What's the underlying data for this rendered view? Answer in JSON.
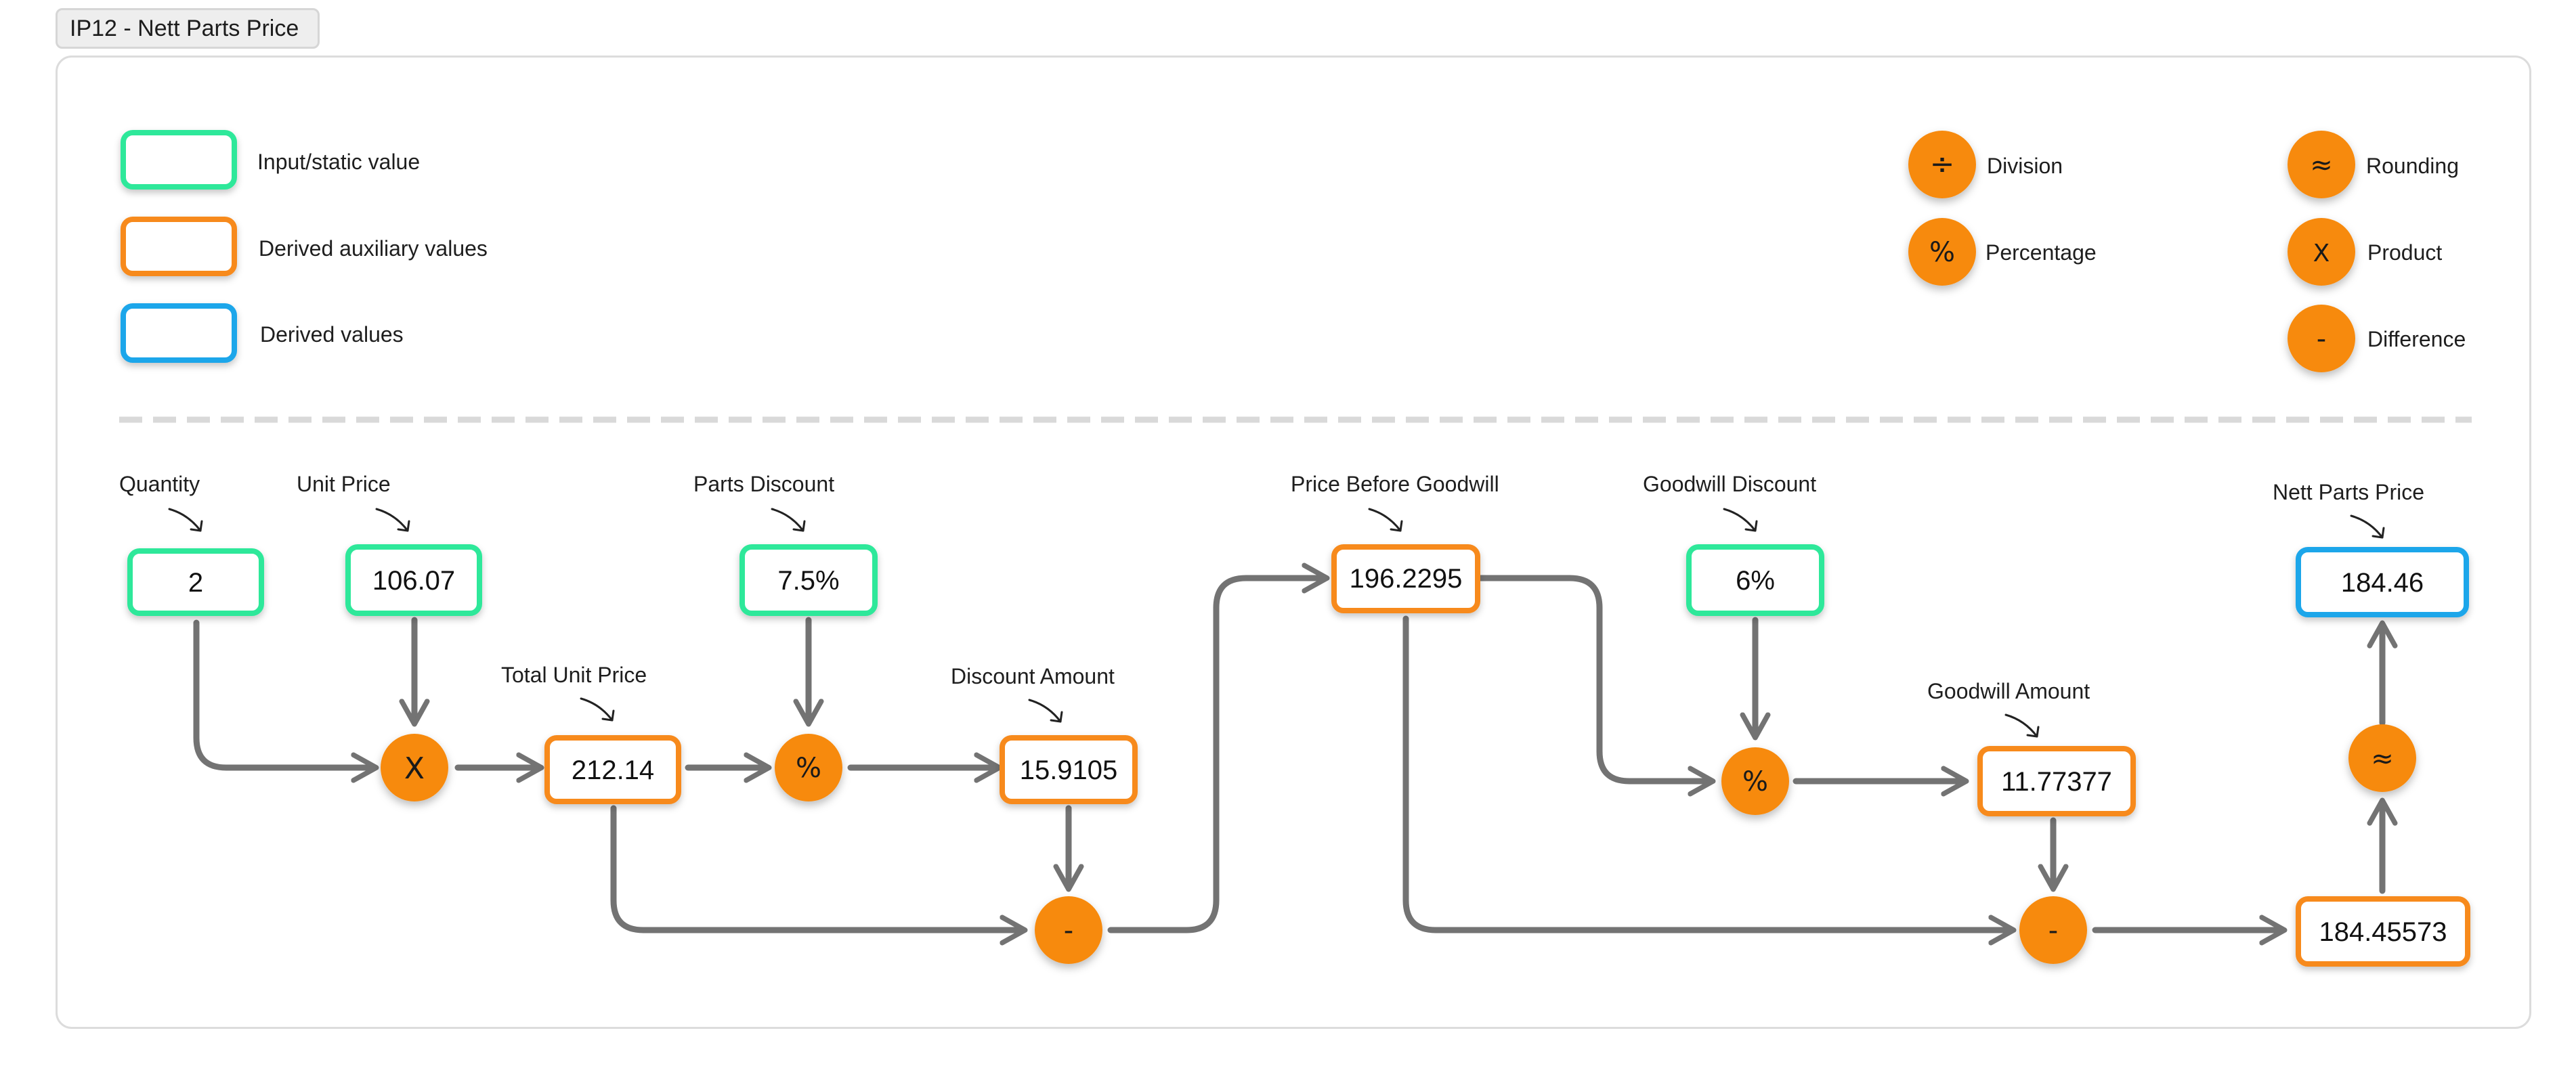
{
  "frame": {
    "title": "IP12 - Nett Parts Price"
  },
  "legend": {
    "input": "Input/static value",
    "auxiliary": "Derived auxiliary values",
    "derived": "Derived values",
    "division_symbol": "÷",
    "division": "Division",
    "percentage_symbol": "%",
    "percentage": "Percentage",
    "rounding_symbol": "≈",
    "rounding": "Rounding",
    "product_symbol": "X",
    "product": "Product",
    "difference_symbol": "-",
    "difference": "Difference"
  },
  "nodes": {
    "quantity": {
      "label": "Quantity",
      "value": "2"
    },
    "unit_price": {
      "label": "Unit Price",
      "value": "106.07"
    },
    "total_unit_price": {
      "label": "Total Unit Price",
      "value": "212.14"
    },
    "parts_discount": {
      "label": "Parts Discount",
      "value": "7.5%"
    },
    "discount_amount": {
      "label": "Discount Amount",
      "value": "15.9105"
    },
    "price_before_goodwill": {
      "label": "Price Before Goodwill",
      "value": "196.2295"
    },
    "goodwill_discount": {
      "label": "Goodwill Discount",
      "value": "6%"
    },
    "goodwill_amount": {
      "label": "Goodwill Amount",
      "value": "11.77377"
    },
    "nett_parts_price": {
      "label": "Nett Parts Price",
      "value": "184.46"
    },
    "unrounded_price": {
      "value": "184.45573"
    }
  },
  "operators": {
    "product": "X",
    "percentage_1": "%",
    "difference_1": "-",
    "percentage_2": "%",
    "difference_2": "-",
    "rounding": "≈"
  },
  "colors": {
    "input": "#2ee89a",
    "auxiliary": "#f78a1d",
    "derived": "#1aa6ea",
    "operator_fill": "#f78a10",
    "arrow": "#737373",
    "divider": "#d9d9d9",
    "frame_border": "#dcdcdc"
  }
}
